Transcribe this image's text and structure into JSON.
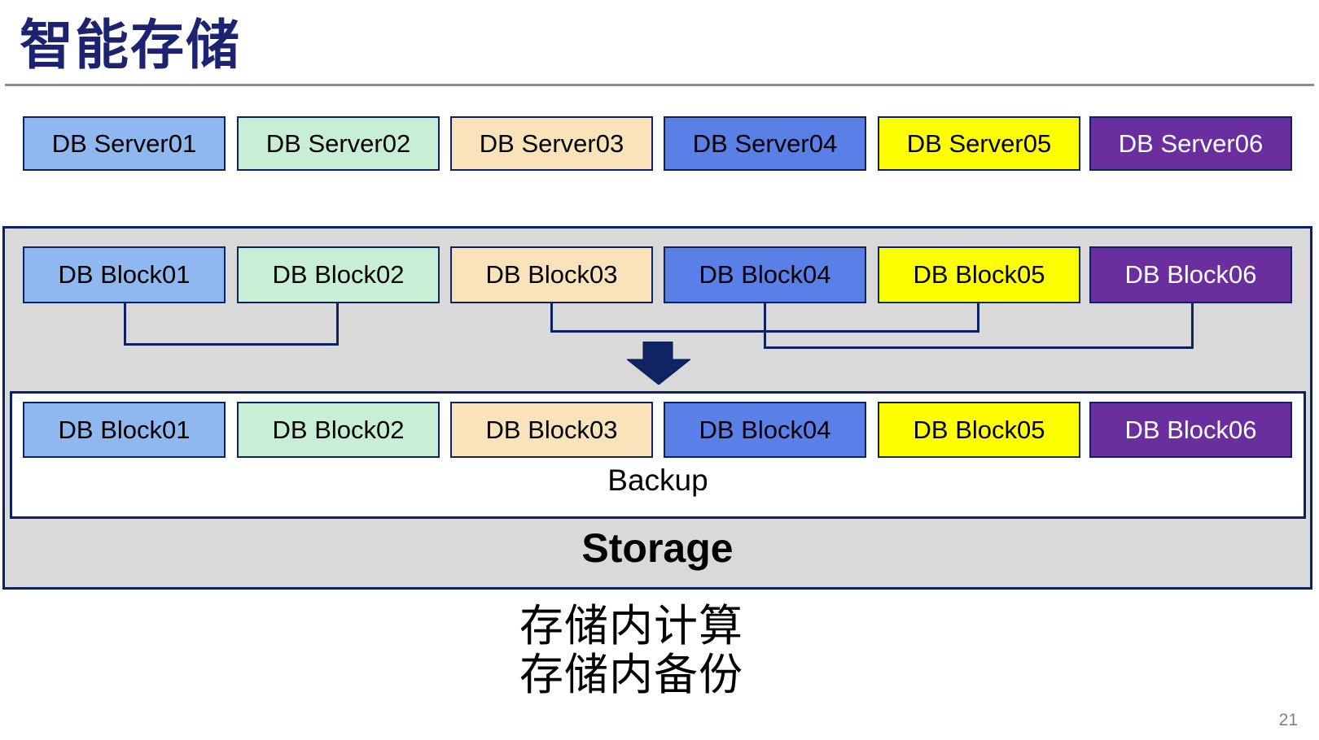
{
  "title": "智能存储",
  "page_number": "21",
  "captions": [
    "存储内计算",
    "存储内备份"
  ],
  "servers": [
    {
      "label": "DB Server01",
      "fill": "#8FB8F0",
      "text_color": "#000000"
    },
    {
      "label": "DB Server02",
      "fill": "#C8EFD6",
      "text_color": "#000000"
    },
    {
      "label": "DB Server03",
      "fill": "#FAE3BB",
      "text_color": "#000000"
    },
    {
      "label": "DB Server04",
      "fill": "#5A80E8",
      "text_color": "#000000"
    },
    {
      "label": "DB Server05",
      "fill": "#FFFF00",
      "text_color": "#000000"
    },
    {
      "label": "DB Server06",
      "fill": "#6B2E9E",
      "text_color": "#FFFFFF"
    }
  ],
  "storage_group": {
    "label": "Storage",
    "blocks": [
      {
        "label": "DB Block01",
        "fill": "#8FB8F0",
        "text_color": "#000000"
      },
      {
        "label": "DB Block02",
        "fill": "#C8EFD6",
        "text_color": "#000000"
      },
      {
        "label": "DB Block03",
        "fill": "#FAE3BB",
        "text_color": "#000000"
      },
      {
        "label": "DB Block04",
        "fill": "#5A80E8",
        "text_color": "#000000"
      },
      {
        "label": "DB Block05",
        "fill": "#FFFF00",
        "text_color": "#000000"
      },
      {
        "label": "DB Block06",
        "fill": "#6B2E9E",
        "text_color": "#FFFFFF"
      }
    ],
    "backup": {
      "label": "Backup",
      "blocks": [
        {
          "label": "DB Block01",
          "fill": "#8FB8F0",
          "text_color": "#000000"
        },
        {
          "label": "DB Block02",
          "fill": "#C8EFD6",
          "text_color": "#000000"
        },
        {
          "label": "DB Block03",
          "fill": "#FAE3BB",
          "text_color": "#000000"
        },
        {
          "label": "DB Block04",
          "fill": "#5A80E8",
          "text_color": "#000000"
        },
        {
          "label": "DB Block05",
          "fill": "#FFFF00",
          "text_color": "#000000"
        },
        {
          "label": "DB Block06",
          "fill": "#6B2E9E",
          "text_color": "#FFFFFF"
        }
      ]
    },
    "pairings": [
      "Block01-Block02",
      "Block03-Block05",
      "Block04-Block06"
    ]
  },
  "colors": {
    "title_navy": "#1C2472",
    "border_navy": "#0D2262",
    "arrow_navy": "#0E2464",
    "container_gray": "#D9D9D9",
    "rule_gray": "#8C8C8C",
    "page_number_gray": "#808080"
  }
}
